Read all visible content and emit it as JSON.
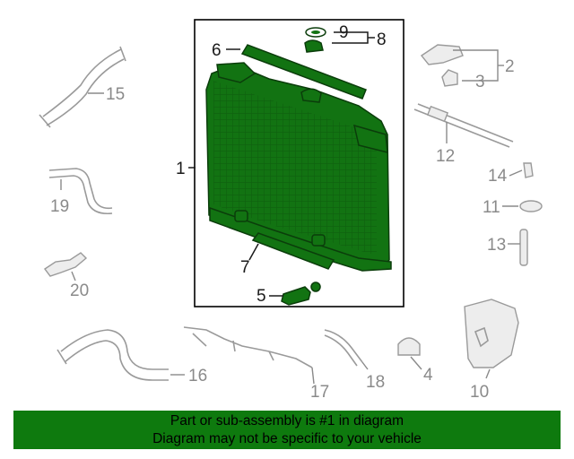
{
  "callouts": {
    "c1": "1",
    "c2": "2",
    "c3": "3",
    "c4": "4",
    "c5": "5",
    "c6": "6",
    "c7": "7",
    "c8": "8",
    "c9": "9",
    "c10": "10",
    "c11": "11",
    "c12": "12",
    "c13": "13",
    "c14": "14",
    "c15": "15",
    "c16": "16",
    "c17": "17",
    "c18": "18",
    "c19": "19",
    "c20": "20"
  },
  "notice": {
    "line1": "Part or sub-assembly is #1 in diagram",
    "line2": "Diagram may not be specific to your vehicle"
  },
  "colors": {
    "highlight_part": "#127312",
    "footer_bg": "#0e7a0e",
    "other_parts": "#9a9a9a"
  }
}
